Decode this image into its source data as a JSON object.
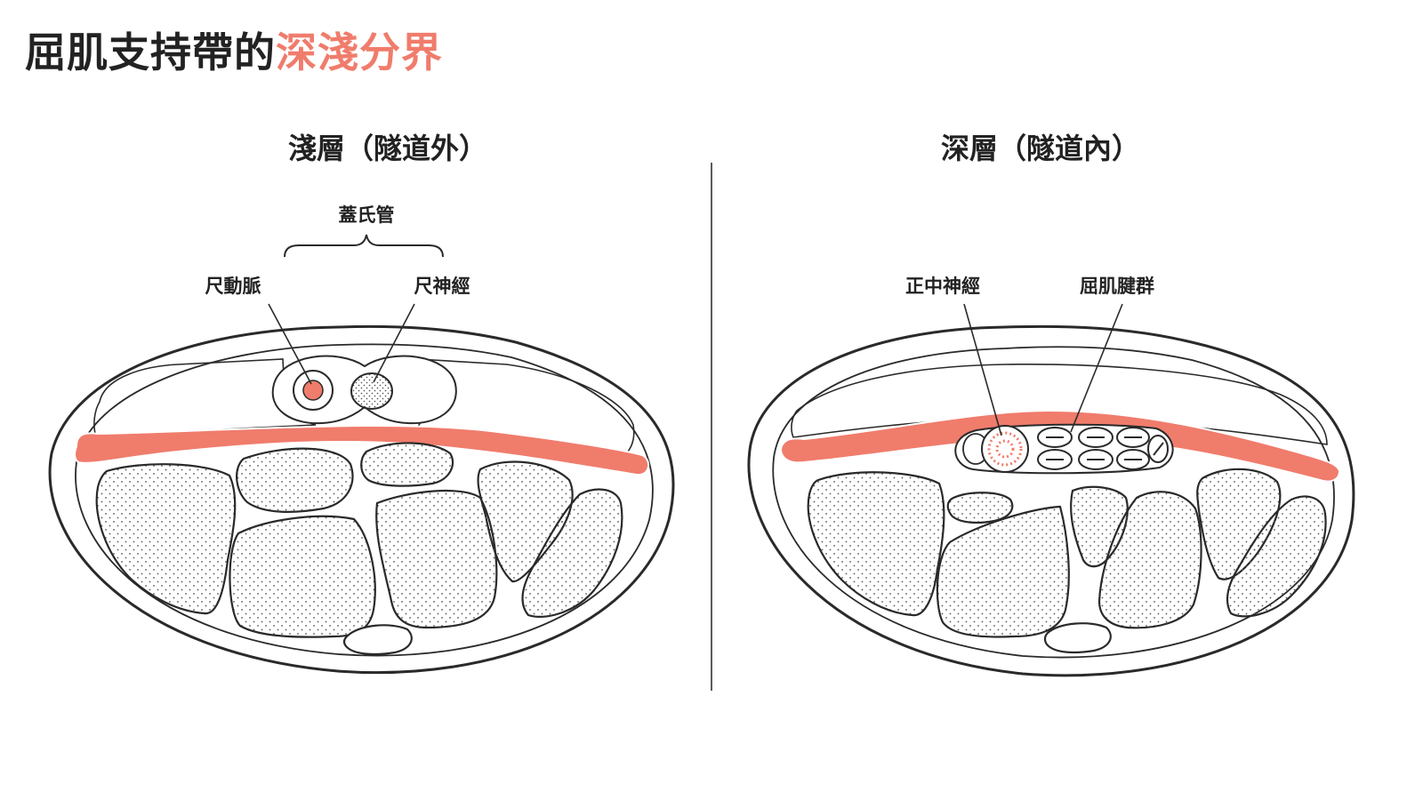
{
  "title": {
    "prefix": "屈肌支持帶的",
    "highlight": "深淺分界"
  },
  "colors": {
    "accent": "#f07c6c",
    "outline": "#2a2a2a",
    "stipple": "#555555"
  },
  "left_panel": {
    "heading": "淺層（隧道外）",
    "group_label": "蓋氏管",
    "label_artery": "尺動脈",
    "label_nerve": "尺神經"
  },
  "right_panel": {
    "heading": "深層（隧道內）",
    "label_median": "正中神經",
    "label_tendons": "屈肌腱群"
  }
}
